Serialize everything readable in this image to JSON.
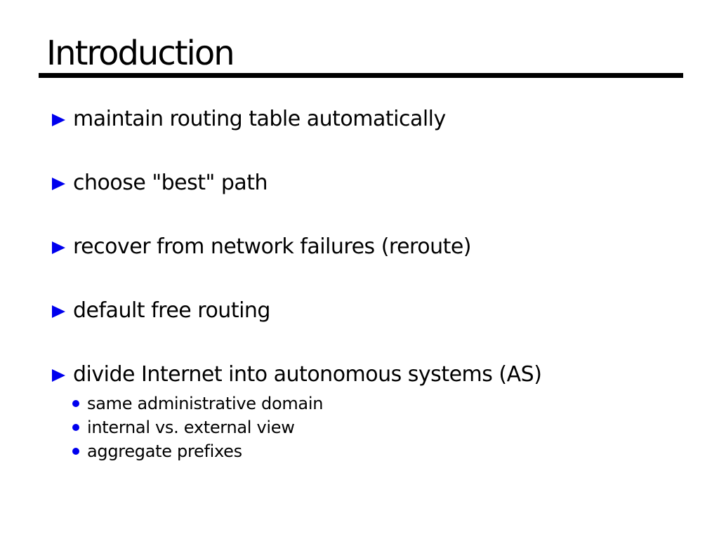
{
  "slide": {
    "title": "Introduction",
    "title_color": "#000000",
    "underline_color": "#000000",
    "text_color": "#000000",
    "bullet_color": "#0000EE",
    "icons": {
      "main_bullet": "right-triangle-bullet",
      "sub_bullet": "dot-bullet"
    },
    "bullets": [
      {
        "text": "maintain routing table automatically"
      },
      {
        "text": "choose \"best\" path"
      },
      {
        "text": "recover from network failures (reroute)"
      },
      {
        "text": "default free routing"
      },
      {
        "text": "divide Internet into autonomous systems (AS)",
        "sub": [
          "same administrative domain",
          "internal vs. external view",
          "aggregate prefixes"
        ]
      }
    ]
  }
}
